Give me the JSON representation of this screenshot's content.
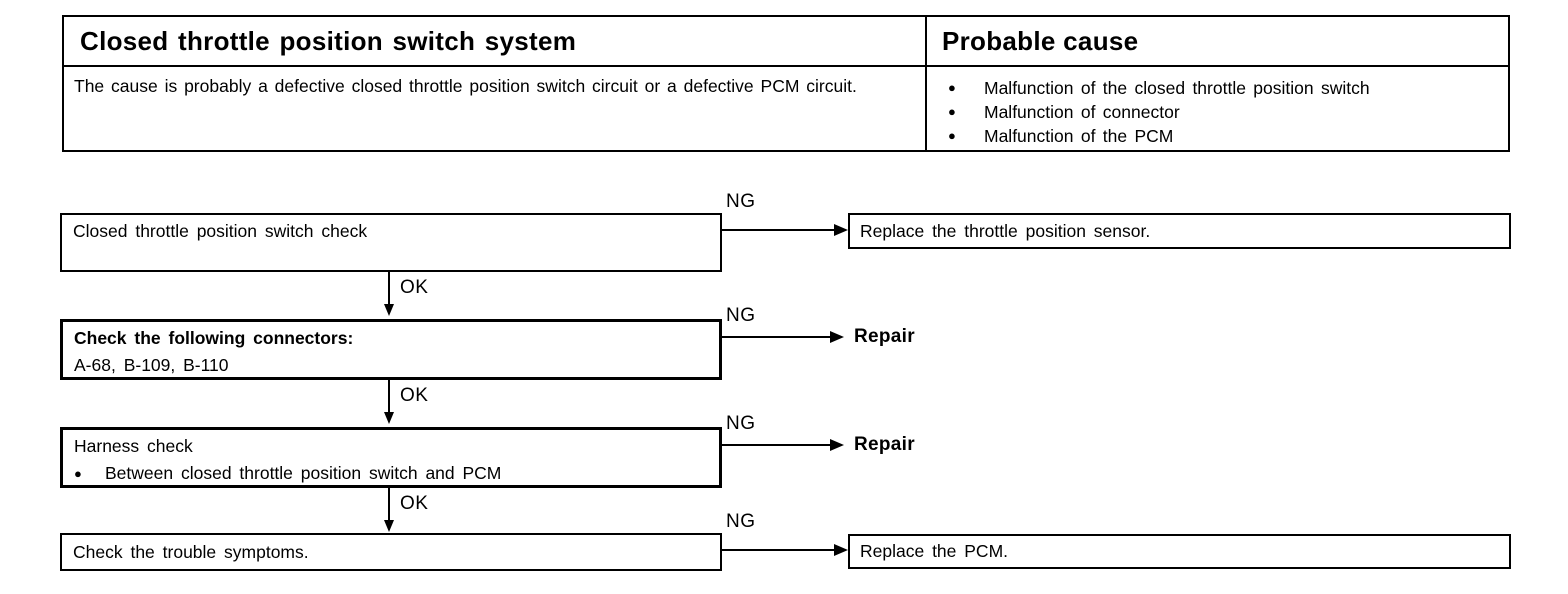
{
  "colors": {
    "ink": "#000000",
    "background": "#ffffff"
  },
  "icons": {
    "bullet": "●"
  },
  "labels": {
    "ng": "NG",
    "ok": "OK"
  },
  "table": {
    "title": "Closed throttle position switch system",
    "probable_cause_header": "Probable cause",
    "description": "The cause is probably a defective closed throttle position switch circuit or a defective PCM circuit.",
    "causes": [
      "Malfunction of the closed throttle position switch",
      "Malfunction of connector",
      "Malfunction of the PCM"
    ]
  },
  "flow": {
    "step1": {
      "text": "Closed throttle position switch check"
    },
    "step2": {
      "title": "Check the following connectors:",
      "detail": "A-68, B-109, B-110"
    },
    "step3": {
      "title": "Harness check",
      "bullet_text": "Between closed throttle position switch and PCM"
    },
    "step4": {
      "text": "Check the trouble symptoms."
    },
    "result1": {
      "text": "Replace the throttle position sensor."
    },
    "result2": {
      "text": "Repair"
    },
    "result3": {
      "text": "Repair"
    },
    "result4": {
      "text": "Replace the PCM."
    }
  }
}
